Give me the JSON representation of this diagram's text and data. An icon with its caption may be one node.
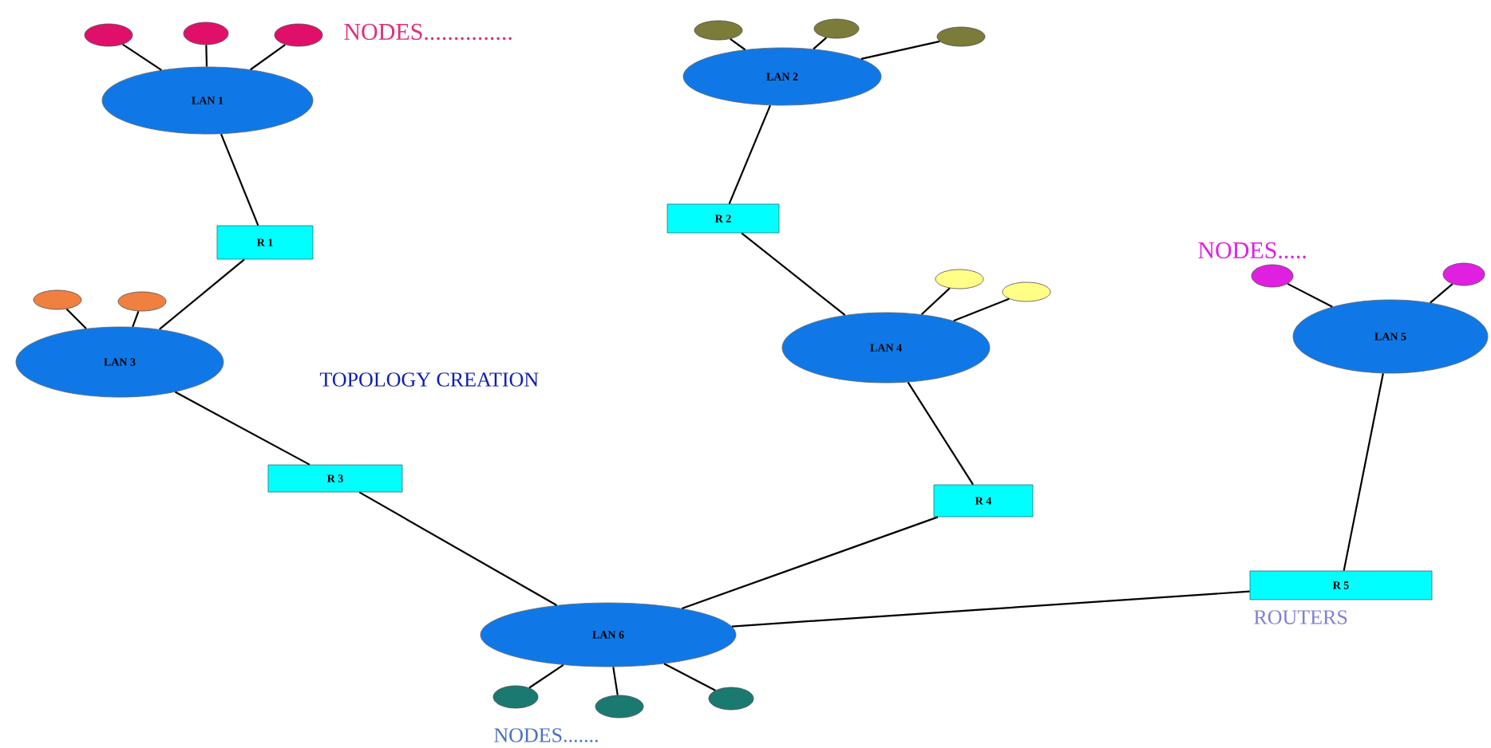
{
  "diagram": {
    "nodes": [
      {
        "text": [
          "LAN 1"
        ]
      },
      {
        "text": [
          "LAN 2"
        ]
      },
      {
        "text": [
          "R 1"
        ]
      },
      {
        "text": [
          "R 2"
        ]
      },
      {
        "text": [
          "LAN 3"
        ]
      },
      {
        "text": [
          "LAN 4"
        ]
      },
      {
        "text": [
          "LAN 5"
        ]
      },
      {
        "text": [
          "R 3"
        ]
      },
      {
        "text": [
          "R 4"
        ]
      },
      {
        "text": [
          "R 5"
        ]
      },
      {
        "text": [
          "LAN 6"
        ]
      },
      {
        "text": [],
        "shape": "ellipse"
      },
      {
        "text": [],
        "shape": "ellipse"
      },
      {
        "text": [],
        "shape": "ellipse"
      },
      {
        "text": [],
        "shape": "ellipse"
      },
      {
        "text": [],
        "shape": "ellipse"
      },
      {
        "text": [],
        "shape": "ellipse"
      },
      {
        "text": [],
        "shape": "ellipse"
      },
      {
        "text": [],
        "shape": "ellipse"
      },
      {
        "text": [],
        "shape": "ellipse"
      },
      {
        "text": [],
        "shape": "ellipse"
      },
      {
        "text": [],
        "shape": "ellipse"
      },
      {
        "text": [],
        "shape": "ellipse"
      },
      {
        "text": [],
        "shape": "ellipse"
      },
      {
        "text": [],
        "shape": "ellipse"
      },
      {
        "text": [],
        "shape": "ellipse"
      }
    ],
    "edges": [
      {
        "from": 0,
        "to": 2,
        "arrow": "none"
      },
      {
        "from": 2,
        "to": 4,
        "arrow": "none"
      },
      {
        "from": 1,
        "to": 3,
        "arrow": "none"
      },
      {
        "from": 3,
        "to": 5,
        "arrow": "none"
      },
      {
        "from": 4,
        "to": 7,
        "arrow": "none"
      },
      {
        "from": 7,
        "to": 10,
        "arrow": "none"
      },
      {
        "from": 5,
        "to": 8,
        "arrow": "none"
      },
      {
        "from": 8,
        "to": 10,
        "arrow": "none"
      },
      {
        "from": 6,
        "to": 9,
        "arrow": "none"
      },
      {
        "from": 9,
        "to": 10,
        "arrow": "none"
      },
      {
        "from": 11,
        "to": 0,
        "arrow": "none"
      },
      {
        "from": 12,
        "to": 0,
        "arrow": "none"
      },
      {
        "from": 13,
        "to": 0,
        "arrow": "none"
      },
      {
        "from": 14,
        "to": 1,
        "arrow": "none"
      },
      {
        "from": 15,
        "to": 1,
        "arrow": "none"
      },
      {
        "from": 16,
        "to": 1,
        "arrow": "none"
      },
      {
        "from": 17,
        "to": 4,
        "arrow": "none"
      },
      {
        "from": 18,
        "to": 4,
        "arrow": "none"
      },
      {
        "from": 19,
        "to": 5,
        "arrow": "none"
      },
      {
        "from": 20,
        "to": 5,
        "arrow": "none"
      },
      {
        "from": 21,
        "to": 6,
        "arrow": "none"
      },
      {
        "from": 22,
        "to": 6,
        "arrow": "none"
      },
      {
        "from": 23,
        "to": 10,
        "arrow": "none"
      },
      {
        "from": 24,
        "to": 10,
        "arrow": "none"
      },
      {
        "from": 25,
        "to": 10,
        "arrow": "none"
      }
    ],
    "labels": [
      "NODES...............",
      "NODES.....",
      "TOPOLOGY CREATION",
      "ROUTERS",
      "NODES......."
    ]
  }
}
